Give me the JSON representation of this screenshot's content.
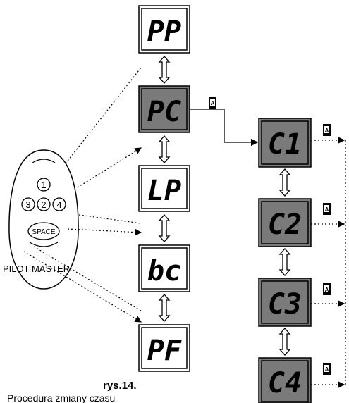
{
  "displays_left": [
    {
      "text": "PP",
      "active": false
    },
    {
      "text": "PC",
      "active": true
    },
    {
      "text": "LP",
      "active": false
    },
    {
      "text": "bc",
      "active": false
    },
    {
      "text": "PF",
      "active": false
    }
  ],
  "displays_right": [
    {
      "text": "C1",
      "active": true
    },
    {
      "text": "C2",
      "active": true
    },
    {
      "text": "C3",
      "active": true
    },
    {
      "text": "C4",
      "active": true
    }
  ],
  "button_marker": "A",
  "remote": {
    "buttons": [
      "1",
      "3",
      "2",
      "4"
    ],
    "space_label": "SPACE",
    "label": "PILOT MASTER"
  },
  "caption": {
    "title": "rys.14.",
    "subtitle": "Procedura zmiany czasu"
  },
  "colors": {
    "active_fill": "#7a7a7a",
    "inactive_fill": "#ffffff",
    "line": "#000000"
  }
}
